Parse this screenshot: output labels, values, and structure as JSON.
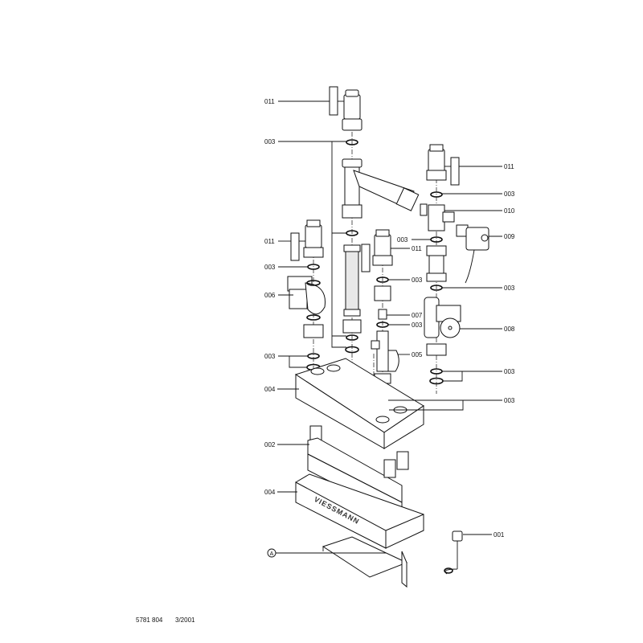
{
  "diagram": {
    "brand": "VIESSMANN",
    "labels": {
      "l011_a": "011",
      "l003_a": "003",
      "l011_b": "011",
      "l003_b": "003",
      "l010": "010",
      "l009": "009",
      "l003_c": "003",
      "l011_c": "011",
      "l011_d": "011",
      "l003_d": "003",
      "l003_e": "003",
      "l003_f": "003",
      "l006": "006",
      "l007": "007",
      "l003_g": "003",
      "l008": "008",
      "l005": "005",
      "l003_h": "003",
      "l003_i": "003",
      "l004_a": "004",
      "l003_j": "003",
      "l002": "002",
      "l004_b": "004",
      "l001": "001",
      "detail_a": "A"
    }
  },
  "footer": {
    "part_number": "5781 804",
    "date": "3/2001"
  }
}
